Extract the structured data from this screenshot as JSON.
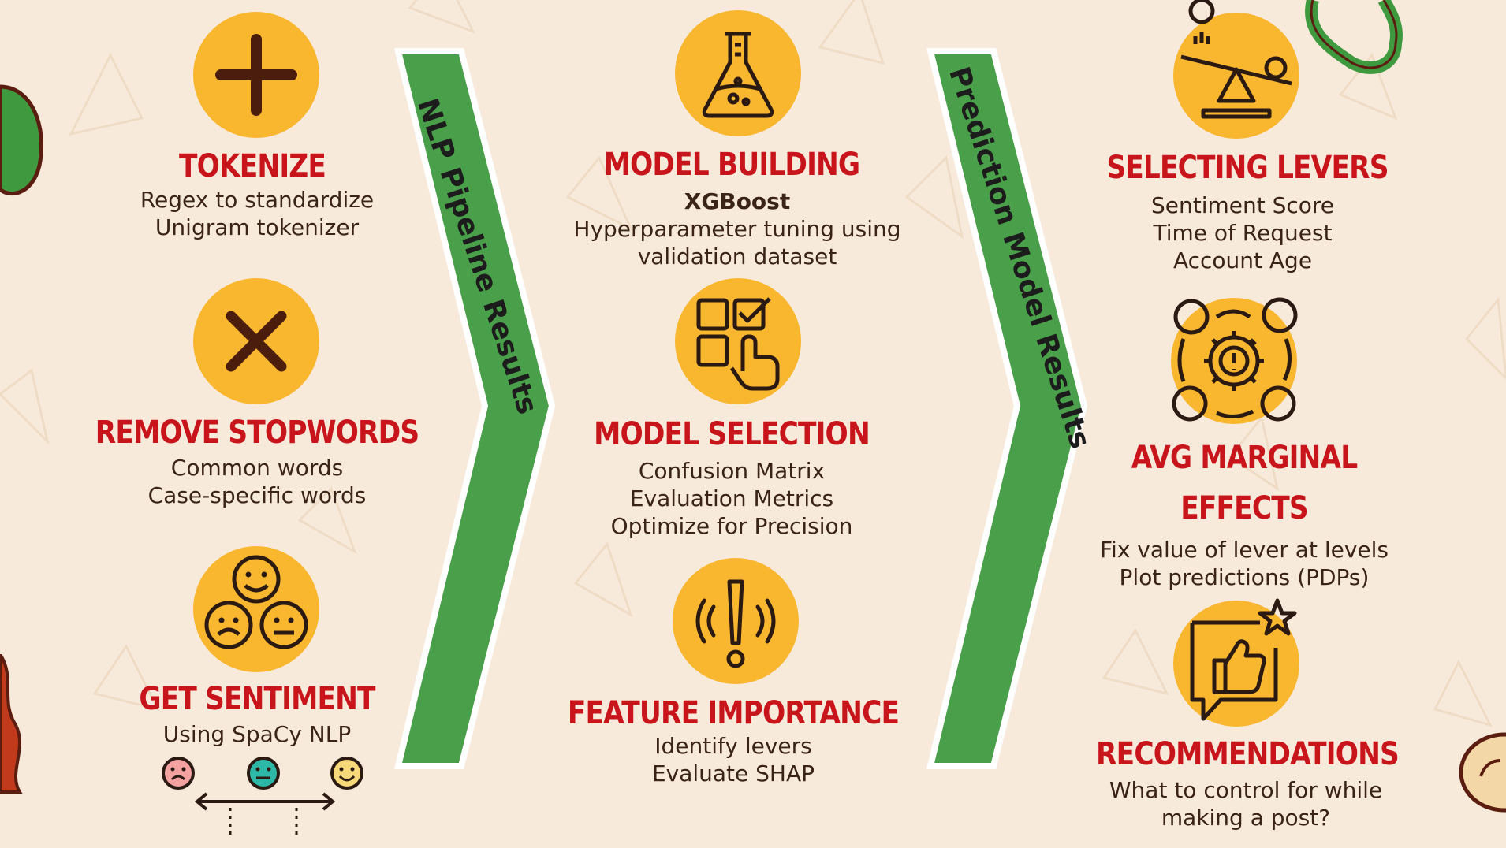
{
  "colors": {
    "background": "#f8eadb",
    "circle": "#f9b62f",
    "title": "#c8151b",
    "text": "#3a2418",
    "chevron": "#4aa04a"
  },
  "chevrons": [
    {
      "label": "NLP Pipeline Results"
    },
    {
      "label": "Prediction Model Results"
    }
  ],
  "columns": [
    {
      "steps": [
        {
          "icon": "plus-icon",
          "title": "TOKENIZE",
          "lines": [
            "Regex to standardize",
            "Unigram tokenizer"
          ]
        },
        {
          "icon": "x-icon",
          "title": "REMOVE STOPWORDS",
          "lines": [
            "Common words",
            "Case-specific words"
          ]
        },
        {
          "icon": "faces-icon",
          "title": "GET SENTIMENT",
          "lines": [
            "Using SpaCy NLP"
          ]
        }
      ]
    },
    {
      "steps": [
        {
          "icon": "flask-icon",
          "title": "MODEL BUILDING",
          "bold_line": "XGBoost",
          "lines": [
            "Hyperparameter tuning using",
            "validation dataset"
          ]
        },
        {
          "icon": "checklist-icon",
          "title": "MODEL SELECTION",
          "lines": [
            "Confusion Matrix",
            "Evaluation Metrics",
            "Optimize for Precision"
          ]
        },
        {
          "icon": "alert-icon",
          "title": "FEATURE IMPORTANCE",
          "lines": [
            "Identify levers",
            "Evaluate SHAP"
          ]
        }
      ]
    },
    {
      "steps": [
        {
          "icon": "seesaw-icon",
          "title": "SELECTING LEVERS",
          "lines": [
            "Sentiment Score",
            "Time of Request",
            "Account Age"
          ]
        },
        {
          "icon": "gear-cycle-icon",
          "title": "AVG MARGINAL",
          "title2": "EFFECTS",
          "lines": [
            "Fix value of lever at levels",
            "Plot predictions (PDPs)"
          ]
        },
        {
          "icon": "thumbs-up-icon",
          "title": "RECOMMENDATIONS",
          "lines": [
            "What to control for while",
            "making a post?"
          ]
        }
      ]
    }
  ]
}
